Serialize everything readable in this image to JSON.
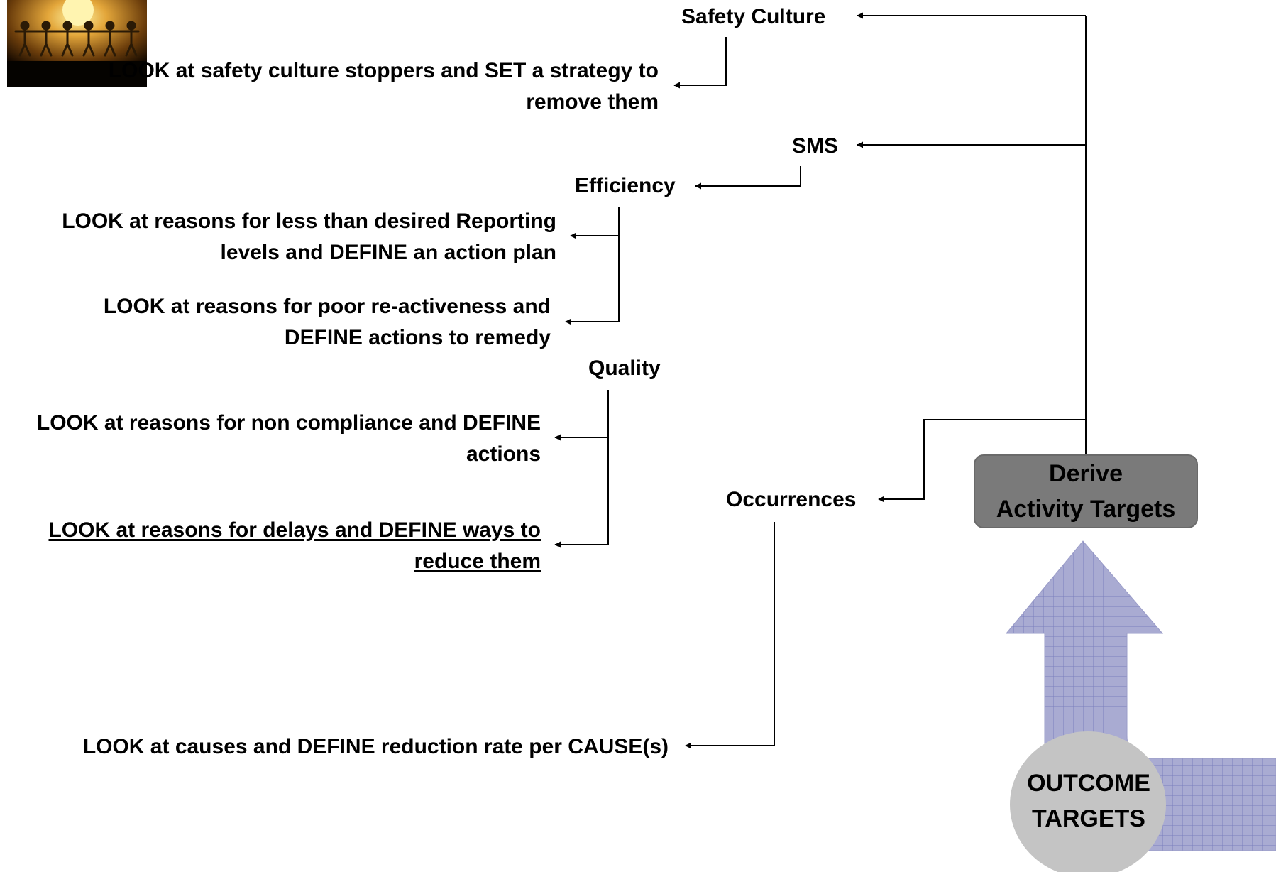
{
  "nodes": {
    "safety_culture": "Safety Culture",
    "sms": "SMS",
    "efficiency": "Efficiency",
    "quality": "Quality",
    "occurrences": "Occurrences"
  },
  "actions": {
    "safety_culture": [
      "LOOK at safety culture stoppers and SET a strategy to",
      "remove them"
    ],
    "efficiency_reporting": [
      "LOOK at reasons for less than desired Reporting",
      "levels and DEFINE an action plan"
    ],
    "efficiency_reactiveness": [
      "LOOK at reasons for poor re-activeness and",
      "DEFINE actions to remedy"
    ],
    "quality_compliance": [
      "LOOK at reasons for non compliance and DEFINE",
      "actions"
    ],
    "quality_delays": [
      "LOOK at reasons for delays and DEFINE ways to",
      "reduce them"
    ],
    "occurrences_causes": [
      "LOOK at causes and DEFINE reduction rate per CAUSE(s)"
    ]
  },
  "derive_box": [
    "Derive",
    "Activity Targets"
  ],
  "outcome_circle": [
    "OUTCOME",
    "TARGETS"
  ],
  "colors": {
    "box_fill": "#7a7a7a",
    "circle_fill": "#c4c4c4",
    "arrow_fill": "#a9abd2",
    "arrow_grid": "#7b7fbd",
    "line": "#000000"
  },
  "icons": {
    "logo": "lightbulb-people-logo"
  }
}
